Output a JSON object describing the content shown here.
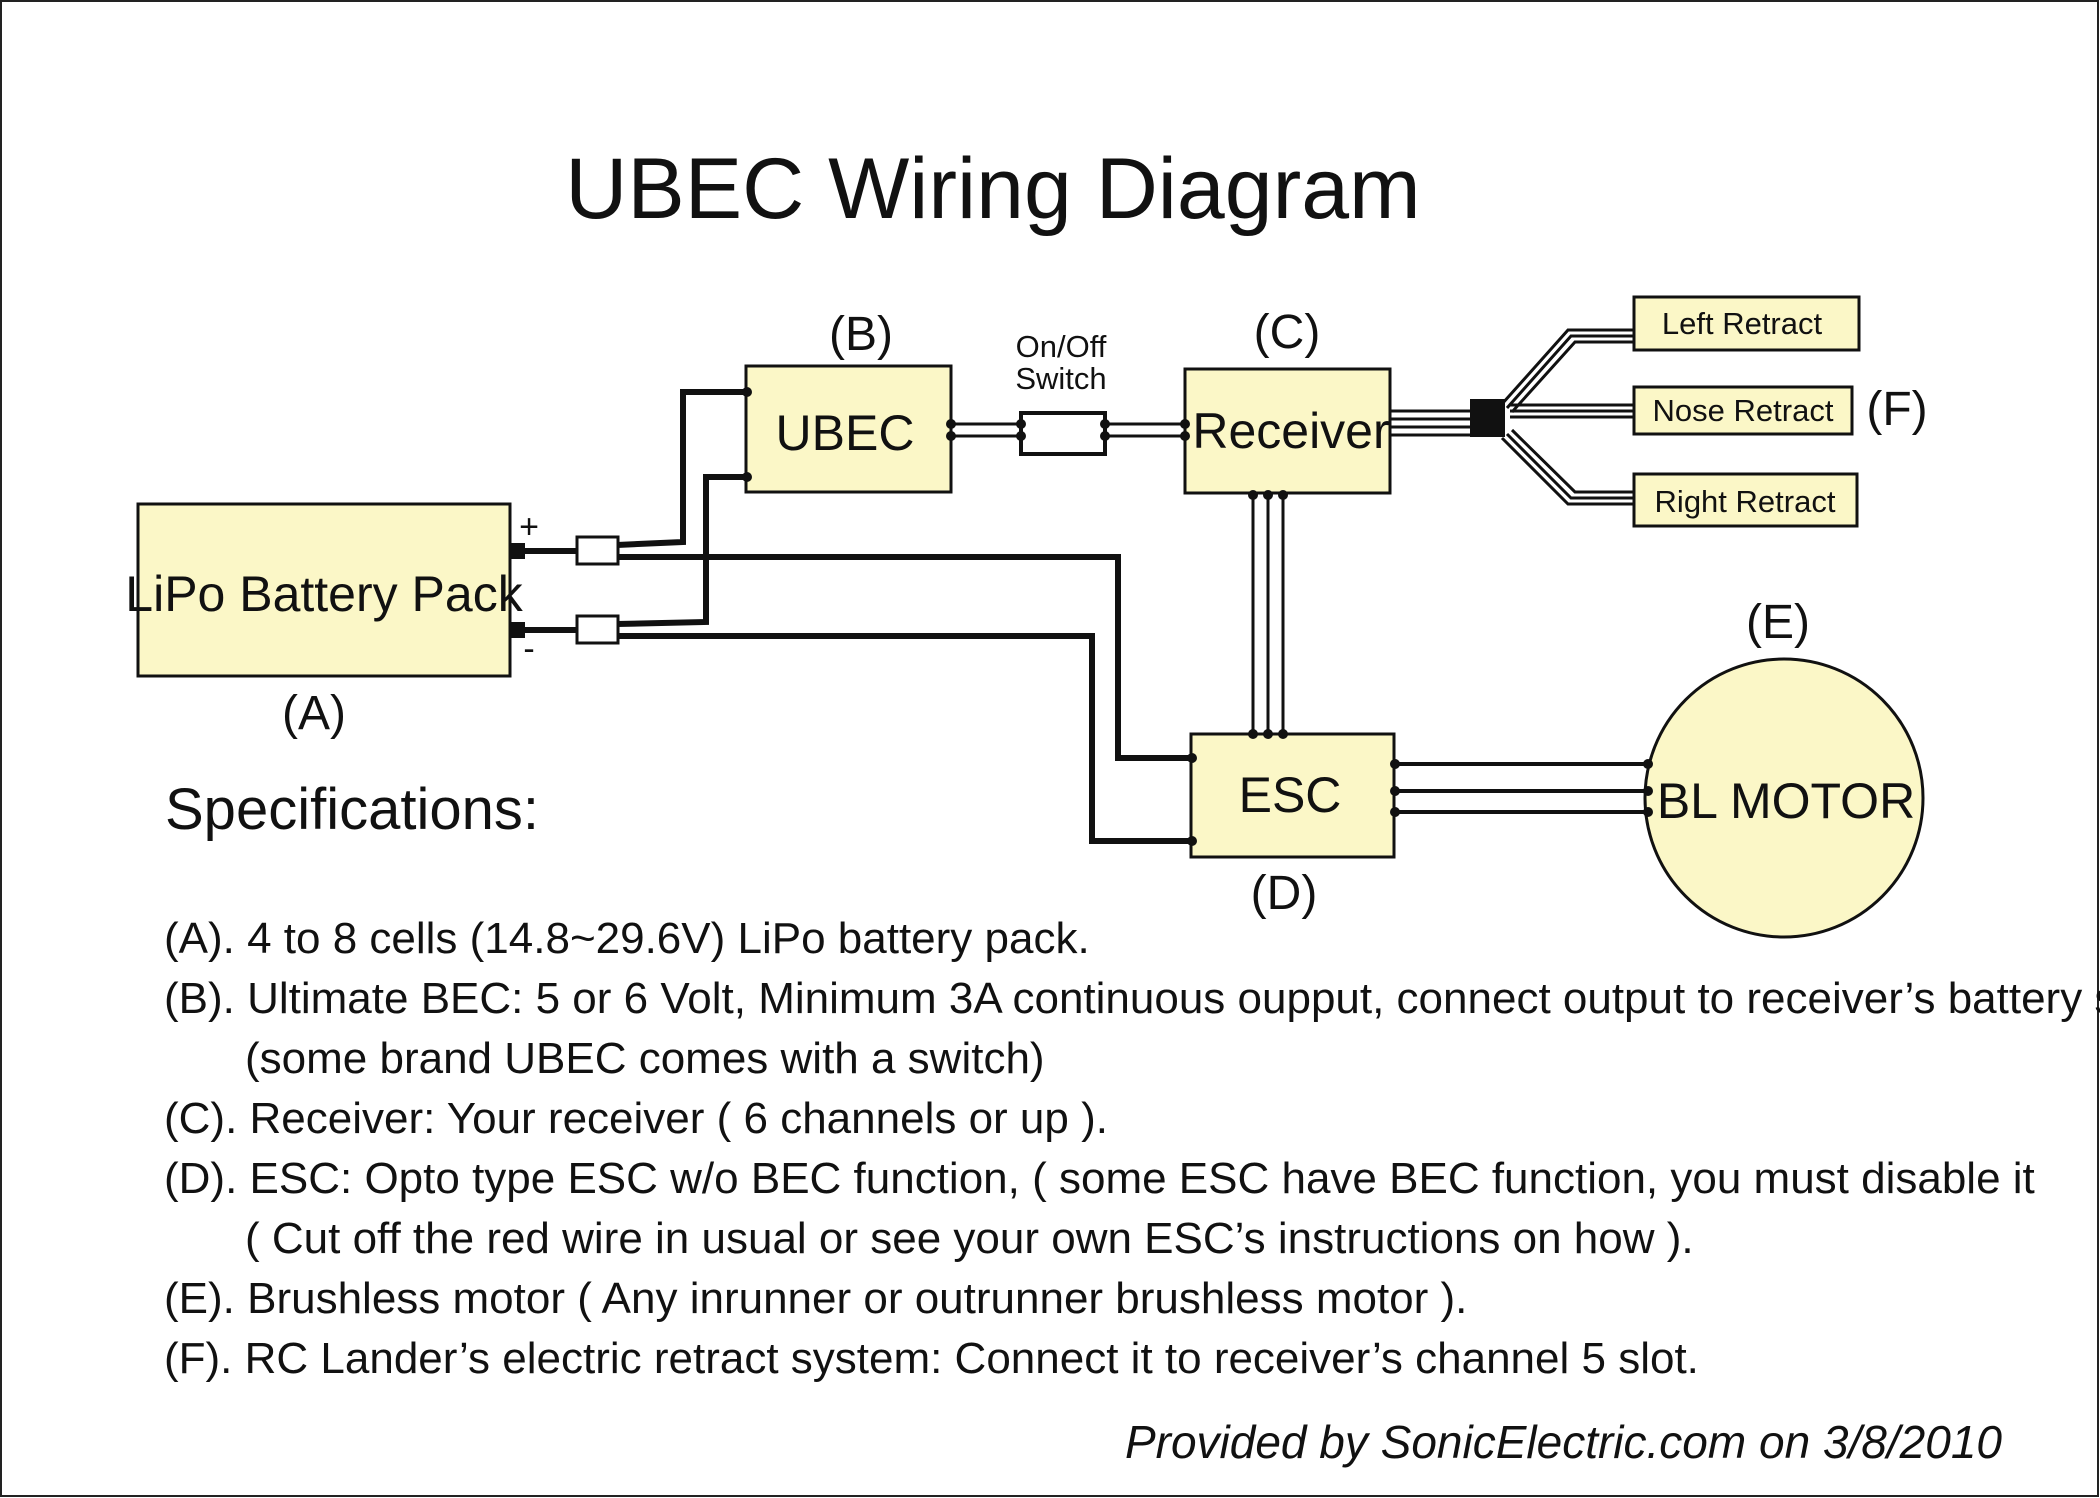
{
  "title": "UBEC Wiring Diagram",
  "colors": {
    "box_fill": "#fbf7c7",
    "line": "#111111",
    "background": "#ffffff"
  },
  "components": {
    "battery": {
      "label": "LiPo Battery Pack",
      "tag": "(A)",
      "plus": "+",
      "minus": "-"
    },
    "ubec": {
      "label": "UBEC",
      "tag": "(B)"
    },
    "switch": {
      "line1": "On/Off",
      "line2": "Switch"
    },
    "receiver": {
      "label": "Receiver",
      "tag": "(C)"
    },
    "esc": {
      "label": "ESC",
      "tag": "(D)"
    },
    "motor": {
      "label": "BL MOTOR",
      "tag": "(E)"
    },
    "retracts": {
      "tag": "(F)",
      "left": "Left Retract",
      "nose": "Nose Retract",
      "right": "Right Retract"
    }
  },
  "specifications": {
    "heading": "Specifications:",
    "lines": [
      "(A).  4 to 8 cells (14.8~29.6V) LiPo battery pack.",
      "(B). Ultimate BEC: 5 or 6 Volt, Minimum 3A continuous oupput, connect output to receiver’s battery slot.",
      "(some brand UBEC comes with a switch)",
      "(C). Receiver: Your receiver ( 6 channels or up ).",
      "(D). ESC: Opto type ESC w/o BEC function, ( some ESC have BEC function, you must disable it",
      "( Cut off the red wire in usual or see your own ESC’s instructions on how ).",
      "(E). Brushless motor ( Any inrunner or outrunner brushless motor ).",
      "(F). RC Lander’s electric retract system: Connect it to receiver’s channel 5 slot."
    ]
  },
  "credit": "Provided by SonicElectric.com on 3/8/2010"
}
